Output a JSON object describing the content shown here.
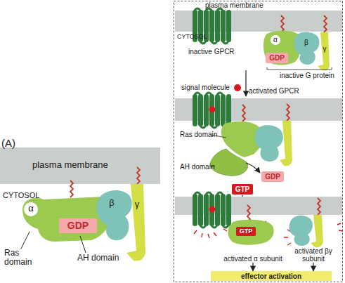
{
  "diagram": {
    "nodes": [
      {
        "text": [
          "GDP"
        ]
      },
      {
        "text": [
          "GDP"
        ]
      },
      {
        "text": [
          "GDP"
        ]
      },
      {
        "text": [
          "GTP"
        ]
      },
      {
        "text": [
          "activated α subunit"
        ]
      },
      {
        "text": [
          "GTP"
        ],
        "in": 4
      },
      {
        "text": [
          "activated βγ subunit"
        ]
      },
      {
        "text": [
          "effector activation"
        ]
      }
    ],
    "edges": [
      {
        "from": 4,
        "to": 7,
        "arrow": "to"
      },
      {
        "from": 6,
        "to": 7,
        "arrow": "to"
      }
    ],
    "labels": [
      "(A)",
      "plasma membrane",
      "CYTOSOL",
      "α",
      "β",
      "γ",
      "Ras domain",
      "AH domain",
      "plasma membrane",
      "CYTOSOL",
      "inactive GPCR",
      "α",
      "β",
      "γ",
      "inactive G protein",
      "signal molecule",
      "activated GPCR",
      "Ras domain",
      "AH domain"
    ]
  }
}
